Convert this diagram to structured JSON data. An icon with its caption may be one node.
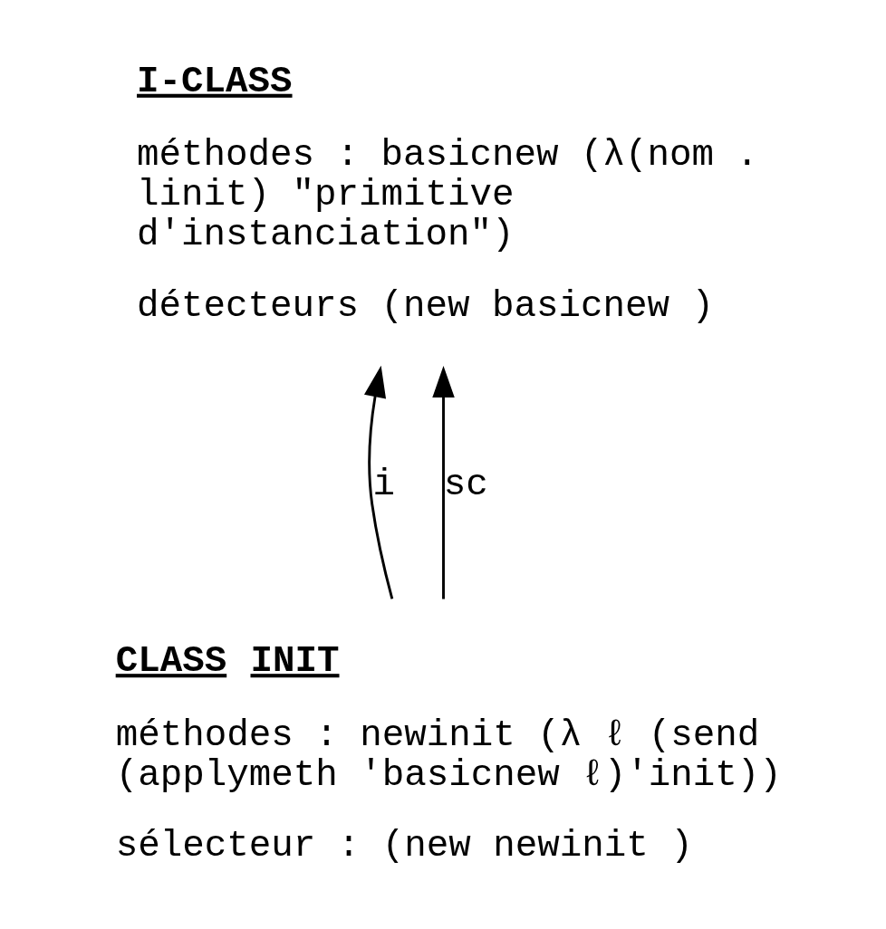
{
  "diagram": {
    "nodes": [
      {
        "text": [
          "I-CLASS",
          "méthodes : basicnew (λ(nom . linit) \"primitive d'instanciation\")",
          "détecteurs (new basicnew )"
        ]
      },
      {
        "text": [
          "CLASS INIT",
          "méthodes : newinit (λ ℓ (send (applymeth 'basicnew ℓ)'init))",
          "sélecteur : (new newinit )"
        ]
      }
    ],
    "edges": [
      {
        "from": 1,
        "to": 0,
        "arrow": "to",
        "label": "i"
      },
      {
        "from": 1,
        "to": 0,
        "arrow": "to",
        "label": "sc"
      }
    ]
  }
}
